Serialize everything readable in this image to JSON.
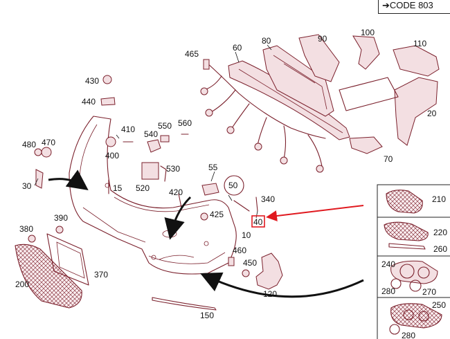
{
  "header": {
    "code_label": "➔CODE 803"
  },
  "callouts": [
    {
      "id": "10",
      "label": "10"
    },
    {
      "id": "15",
      "label": "15"
    },
    {
      "id": "20",
      "label": "20"
    },
    {
      "id": "30",
      "label": "30"
    },
    {
      "id": "40",
      "label": "40",
      "highlighted": true
    },
    {
      "id": "50",
      "label": "50"
    },
    {
      "id": "55",
      "label": "55"
    },
    {
      "id": "60",
      "label": "60"
    },
    {
      "id": "70",
      "label": "70"
    },
    {
      "id": "80",
      "label": "80"
    },
    {
      "id": "90",
      "label": "90"
    },
    {
      "id": "100",
      "label": "100"
    },
    {
      "id": "110",
      "label": "110"
    },
    {
      "id": "120",
      "label": "120"
    },
    {
      "id": "150",
      "label": "150"
    },
    {
      "id": "200",
      "label": "200"
    },
    {
      "id": "210",
      "label": "210"
    },
    {
      "id": "220",
      "label": "220"
    },
    {
      "id": "240",
      "label": "240"
    },
    {
      "id": "250",
      "label": "250"
    },
    {
      "id": "260",
      "label": "260"
    },
    {
      "id": "270",
      "label": "270"
    },
    {
      "id": "280a",
      "label": "280"
    },
    {
      "id": "280b",
      "label": "280"
    },
    {
      "id": "340",
      "label": "340"
    },
    {
      "id": "370",
      "label": "370"
    },
    {
      "id": "380",
      "label": "380"
    },
    {
      "id": "390",
      "label": "390"
    },
    {
      "id": "400",
      "label": "400"
    },
    {
      "id": "410",
      "label": "410"
    },
    {
      "id": "420",
      "label": "420"
    },
    {
      "id": "425",
      "label": "425"
    },
    {
      "id": "430",
      "label": "430"
    },
    {
      "id": "440",
      "label": "440"
    },
    {
      "id": "450",
      "label": "450"
    },
    {
      "id": "460",
      "label": "460"
    },
    {
      "id": "465",
      "label": "465"
    },
    {
      "id": "470",
      "label": "470"
    },
    {
      "id": "480",
      "label": "480"
    },
    {
      "id": "520",
      "label": "520"
    },
    {
      "id": "530",
      "label": "530"
    },
    {
      "id": "540",
      "label": "540"
    },
    {
      "id": "550",
      "label": "550"
    },
    {
      "id": "560",
      "label": "560"
    }
  ],
  "colors": {
    "part_line": "#7a1f2b",
    "highlight": "#e0191f",
    "label": "#111111"
  }
}
